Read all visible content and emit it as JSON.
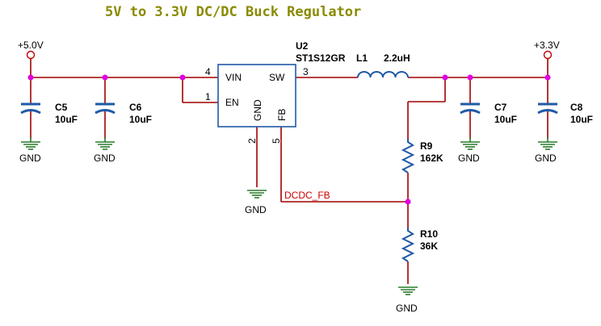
{
  "title": "5V to 3.3V DC/DC Buck Regulator",
  "power": {
    "vin": "+5.0V",
    "vout": "+3.3V"
  },
  "ic": {
    "ref": "U2",
    "part": "ST1S12GR",
    "pins": {
      "vin": {
        "name": "VIN",
        "number": "4"
      },
      "en": {
        "name": "EN",
        "number": "1"
      },
      "sw": {
        "name": "SW",
        "number": "3"
      },
      "gnd": {
        "name": "GND",
        "number": "2"
      },
      "fb": {
        "name": "FB",
        "number": "5"
      }
    }
  },
  "inductor": {
    "ref": "L1",
    "value": "2.2uH"
  },
  "capacitors": [
    {
      "ref": "C5",
      "value": "10uF"
    },
    {
      "ref": "C6",
      "value": "10uF"
    },
    {
      "ref": "C7",
      "value": "10uF"
    },
    {
      "ref": "C8",
      "value": "10uF"
    }
  ],
  "resistors": [
    {
      "ref": "R9",
      "value": "162K"
    },
    {
      "ref": "R10",
      "value": "36K"
    }
  ],
  "net": {
    "feedback": "DCDC_FB"
  },
  "ground_label": "GND",
  "colors": {
    "wire": "#a00000",
    "component": "#1f5aa6",
    "ground": "#2a7a2a",
    "junction": "#e000e0",
    "title": "#8a8a00"
  }
}
